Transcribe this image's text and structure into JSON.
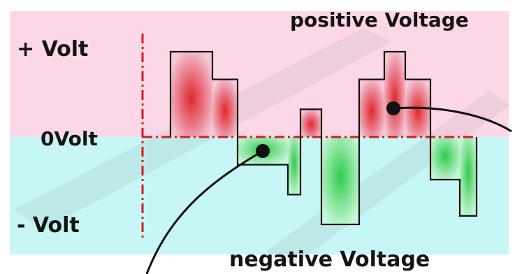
{
  "labels": {
    "positive_title": "positive Voltage",
    "negative_title": "negative Voltage",
    "plus_volt": "+ Volt",
    "zero_volt": "0Volt",
    "minus_volt": "- Volt"
  },
  "colors": {
    "positive_region": "#fcd7e8",
    "negative_region": "#c6f6f6",
    "positive_fill": "#e0282c",
    "negative_fill": "#2ecc4a",
    "zero_line": "#d21e1e",
    "outline": "#111111"
  },
  "waveform": {
    "segments": [
      {
        "x0": 0,
        "x1": 1,
        "level": 2.0
      },
      {
        "x0": 1,
        "x1": 1.6,
        "level": 1.35
      },
      {
        "x0": 1.6,
        "x1": 2.8,
        "level": -0.65
      },
      {
        "x0": 2.8,
        "x1": 3.1,
        "level": -1.35
      },
      {
        "x0": 3.1,
        "x1": 3.6,
        "level": 0.65
      },
      {
        "x0": 3.6,
        "x1": 4.5,
        "level": -2.05
      },
      {
        "x0": 4.5,
        "x1": 5.1,
        "level": 1.35
      },
      {
        "x0": 5.1,
        "x1": 5.6,
        "level": 2.0
      },
      {
        "x0": 5.6,
        "x1": 6.2,
        "level": 1.35
      },
      {
        "x0": 6.2,
        "x1": 6.9,
        "level": -1.0
      },
      {
        "x0": 6.9,
        "x1": 7.3,
        "level": -1.85
      }
    ]
  }
}
